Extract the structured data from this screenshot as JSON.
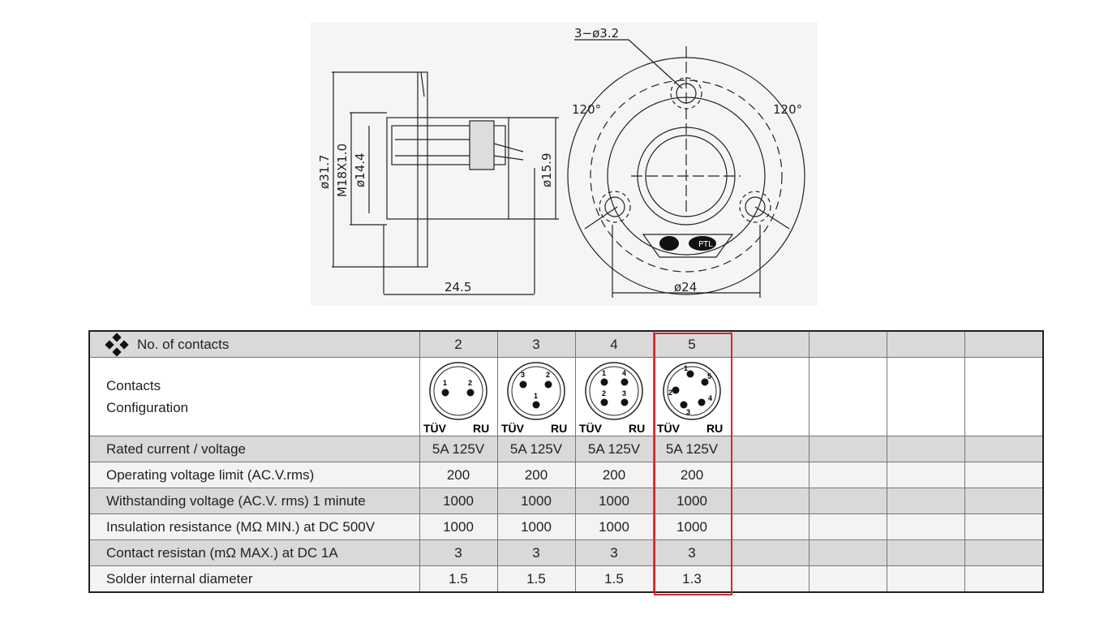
{
  "drawing": {
    "dim_holes": "3−ø3.2",
    "dim_angle_left": "120°",
    "dim_angle_right": "120°",
    "dim_outer_dia": "ø31.7",
    "dim_thread": "M18X1.0",
    "dim_inner": "ø14.4",
    "dim_body": "ø15.9",
    "dim_length": "24.5",
    "dim_pcd": "ø24",
    "logo_text": "PTL"
  },
  "table": {
    "header_label": "No. of contacts",
    "config_label_line1": "Contacts",
    "config_label_line2": "Configuration",
    "columns": [
      "2",
      "3",
      "4",
      "5"
    ],
    "cert_left": "TÜV",
    "cert_right": "RU",
    "pin_labels": {
      "c2": [
        "1",
        "2"
      ],
      "c3": [
        "3",
        "2",
        "1"
      ],
      "c4": [
        "1",
        "4",
        "2",
        "3"
      ],
      "c5": [
        "1",
        "5",
        "2",
        "4",
        "3"
      ]
    },
    "rows": [
      {
        "label": "Rated current / voltage",
        "values": [
          "5A 125V",
          "5A 125V",
          "5A 125V",
          "5A 125V"
        ]
      },
      {
        "label": "Operating voltage limit (AC.V.rms)",
        "values": [
          "200",
          "200",
          "200",
          "200"
        ]
      },
      {
        "label": "Withstanding voltage (AC.V. rms) 1 minute",
        "values": [
          "1000",
          "1000",
          "1000",
          "1000"
        ]
      },
      {
        "label": "Insulation resistance (MΩ MIN.) at DC 500V",
        "values": [
          "1000",
          "1000",
          "1000",
          "1000"
        ]
      },
      {
        "label": "Contact resistan (mΩ MAX.) at DC 1A",
        "values": [
          "3",
          "3",
          "3",
          "3"
        ]
      },
      {
        "label": "Solder internal diameter",
        "values": [
          "1.5",
          "1.5",
          "1.5",
          "1.3"
        ]
      }
    ],
    "highlighted_column": "5",
    "highlight_color": "#d9252b"
  }
}
